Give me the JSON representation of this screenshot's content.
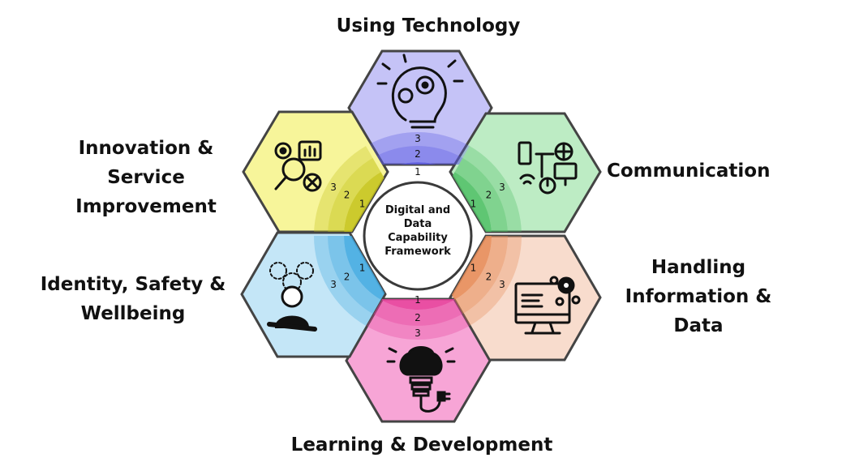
{
  "center": {
    "title": "Digital and\nData\nCapability\nFramework"
  },
  "levels": [
    "1",
    "2",
    "3"
  ],
  "domains": [
    {
      "key": "top",
      "label": "Using Technology",
      "icon": "lightbulb-gears-icon",
      "hex_color": "#c5c3f7",
      "ring_color": "#5b5be3"
    },
    {
      "key": "tr",
      "label": "Communication",
      "icon": "connected-devices-icon",
      "hex_color": "#bdecc4",
      "ring_color": "#4fbf65"
    },
    {
      "key": "br",
      "label": "Handling\nInformation &\nData",
      "icon": "monitor-gears-icon",
      "hex_color": "#f8dccd",
      "ring_color": "#e68a55"
    },
    {
      "key": "bot",
      "label": "Learning & Development",
      "icon": "brain-bulb-icon",
      "hex_color": "#f7a5d6",
      "ring_color": "#e6409a"
    },
    {
      "key": "bl",
      "label": "Identity, Safety &\nWellbeing",
      "icon": "person-thinking-icon",
      "hex_color": "#c4e6f7",
      "ring_color": "#3fa8e0"
    },
    {
      "key": "tl",
      "label": "Innovation &\nService\nImprovement",
      "icon": "magnifier-chart-icon",
      "hex_color": "#f7f59a",
      "ring_color": "#c4c21a"
    }
  ],
  "colors": {
    "hex_stroke": "#444444",
    "center_fill": "#ffffff",
    "center_stroke": "#3a3a3a"
  }
}
